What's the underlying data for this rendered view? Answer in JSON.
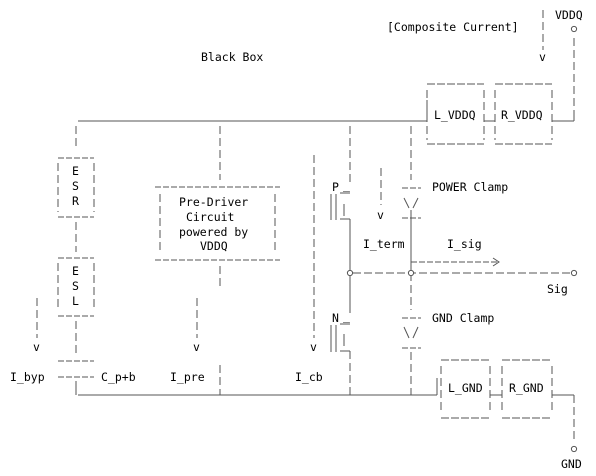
{
  "labels": {
    "vddq": "VDDQ",
    "composite_current": "[Composite Current]",
    "black_box": "Black Box",
    "l_vddq": "L_VDDQ",
    "r_vddq": "R_VDDQ",
    "esr_e": "E",
    "esr_s": "S",
    "esr_r": "R",
    "esl_e": "E",
    "esl_s": "S",
    "esl_l": "L",
    "predriver_line1": "Pre-Driver",
    "predriver_line2": "Circuit",
    "predriver_line3": "powered by",
    "predriver_line4": "VDDQ",
    "pmos": "P",
    "nmos": "N",
    "power_clamp": "POWER Clamp",
    "gnd_clamp": "GND Clamp",
    "i_term": "I_term",
    "i_sig": "I_sig",
    "sig": "Sig",
    "i_byp": "I_byp",
    "c_pb": "C_p+b",
    "i_pre": "I_pre",
    "i_cb": "I_cb",
    "l_gnd": "L_GND",
    "r_gnd": "R_GND",
    "gnd": "GND"
  },
  "colors": {
    "line": "#555555",
    "text": "#000000"
  }
}
